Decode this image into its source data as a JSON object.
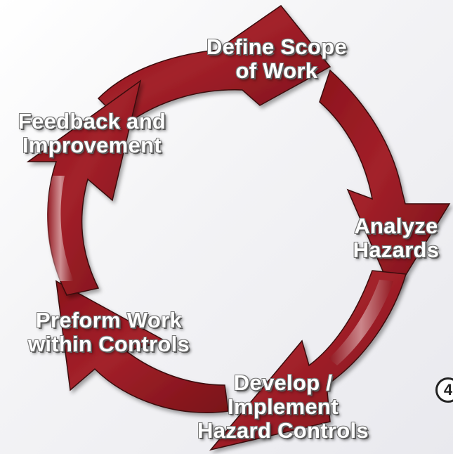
{
  "diagram": {
    "stages": [
      {
        "lines": [
          "Define Scope",
          "of Work"
        ]
      },
      {
        "lines": [
          "Analyze",
          "Hazards"
        ]
      },
      {
        "lines": [
          "Develop /",
          "Implement",
          "Hazard Controls"
        ]
      },
      {
        "lines": [
          "Preform Work",
          "within Controls"
        ]
      },
      {
        "lines": [
          "Feedback and",
          "Improvement"
        ]
      }
    ],
    "page_number": "4",
    "colors": {
      "arrow_dark": "#7a1118",
      "arrow_mid": "#a3212a",
      "arrow_light": "#f3dede",
      "arrow_outline": "#3a0a0c",
      "label_text": "#ffffff"
    }
  }
}
